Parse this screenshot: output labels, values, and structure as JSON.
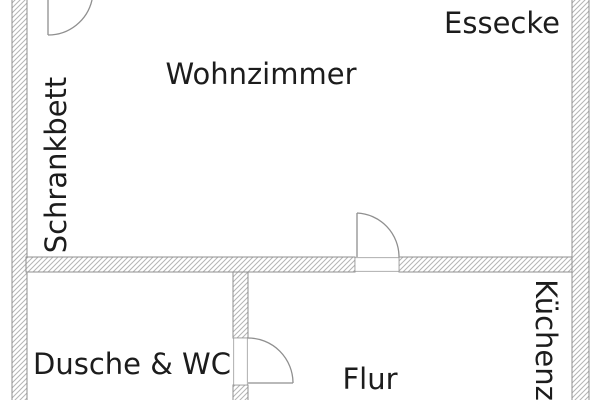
{
  "plan": {
    "type": "floor-plan",
    "language": "de",
    "rooms": {
      "wohnzimmer": {
        "label": "Wohnzimmer"
      },
      "essecke": {
        "label": "Essecke"
      },
      "schrankbett": {
        "label": "Schrankbett"
      },
      "dusche_wc": {
        "label": "Dusche & WC"
      },
      "flur": {
        "label": "Flur"
      },
      "kuechenzeile": {
        "label": "Küchenz"
      }
    },
    "doors_count": 3,
    "colors": {
      "background": "#ffffff",
      "wall_hatch": "#b4b4b4",
      "wall_outline": "#8f8f8f",
      "door_stroke": "#8f8f8f",
      "label_text": "#1c1c1c"
    }
  }
}
